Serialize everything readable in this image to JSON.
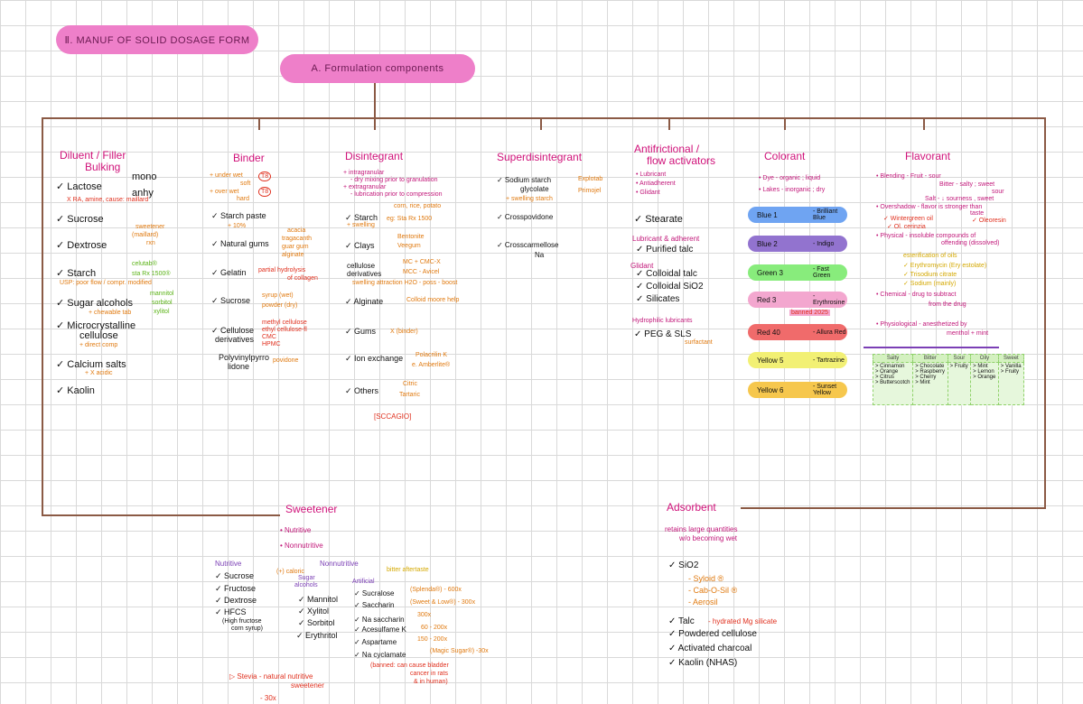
{
  "header": {
    "main_title": "Ⅱ. MANUF OF  SOLID DOSAGE FORM",
    "sub_title": "A. Formulation  components"
  },
  "columns": {
    "diluent": {
      "title": "Diluent / Filler",
      "title2": "Bulking",
      "items": [
        "✓ Lactose",
        "✓ Sucrose",
        "✓ Dextrose",
        "✓ Starch",
        "✓ Sugar alcohols",
        "✓ Microcrystalline",
        "cellulose",
        "✓ Calcium salts",
        "✓ Kaolin"
      ],
      "notes": {
        "lactose_mono": "mono",
        "lactose_anhy": "anhy",
        "lactose_note": "X RA, amine, cause: maillard",
        "sucrose_note1": "sweetener",
        "sucrose_note2": "(maillard)",
        "sucrose_note3": "rxn",
        "starch_g1": "celutab®",
        "starch_g2": "sta Rx 1500®",
        "starch_note": "USP: poor flow / compr.  modified",
        "sa_g1": "mannitol",
        "sa_g2": "sorbitol",
        "sa_g3": "xylitol",
        "sa_note": "+ chewable tab",
        "mcc_note": "+ direct comp",
        "ca_note": "+ X acidic"
      }
    },
    "binder": {
      "title": "Binder",
      "items": [
        "✓ Starch paste",
        "✓ Natural gums",
        "✓ Gelatin",
        "✓ Sucrose",
        "✓ Cellulose",
        "derivatives",
        "Polyvinylpyrro",
        "lidone"
      ],
      "notes": {
        "under": "+ under wet",
        "soft": "soft",
        "circ1": "T8",
        "over": "+ over wet",
        "hard": "hard",
        "circ2": "T8",
        "starch": "+ 10%",
        "gums1": "acacia",
        "gums2": "tragacanth",
        "gums3": "guar gum",
        "gums4": "alginate",
        "gelatin1": "partial hydrolysis",
        "gelatin2": "of collagen",
        "sucrose1": "syrup (wet)",
        "sucrose2": "powder (dry)",
        "cell1": "methyl cellulose",
        "cell2": "ethyl cellulose-fl",
        "cell3": "CMC",
        "cell4": "HPMC",
        "pvp": "povidone"
      }
    },
    "disintegrant": {
      "title": "Disintegrant",
      "items": [
        "✓ Starch",
        "✓ Clays",
        "cellulose",
        "derivatives",
        "✓ Alginate",
        "✓ Gums",
        "✓ Ion exchange",
        "✓ Others"
      ],
      "notes": {
        "intra1": "+ intragranular",
        "intra2": "- dry mixing  prior to granulation",
        "extra1": "+ extragranular",
        "extra2": "- lubrication  prior to compression",
        "starch1": "corn, rice, potato",
        "starch2": "eg: Sta Rx 1500",
        "starch3": "+ swelling",
        "clays1": "Bentonite",
        "clays2": "Veegum",
        "cell1": "MC + CMC-X",
        "cell2": "MCC - Avicel",
        "cell3": "swelling  attraction  H2O  -  poss  -  boost",
        "alg": "Colloid  moore help",
        "gums": "X (binder)",
        "ion1": "Polacrilin K",
        "ion2": "e. Amberlite®",
        "oth1": "Citric",
        "oth2": "Tartaric",
        "code": "[SCCAGIO]"
      }
    },
    "superdis": {
      "title": "Superdisintegrant",
      "items": [
        "✓ Sodium starch",
        "glycolate",
        "✓ Crosspovidone",
        "✓ Crosscarmellose",
        "Na"
      ],
      "notes": {
        "ssg1": "Explotab",
        "ssg2": "Primojel",
        "ssg3": "+ swelling  starch"
      }
    },
    "lubricant": {
      "title": "Antifrictional /",
      "title2": "flow activators",
      "items": [
        "✓ Stearate",
        "✓ Purified talc",
        "✓ Colloidal talc",
        "✓ Colloidal SiO2",
        "✓ Silicates",
        "✓ PEG & SLS"
      ],
      "notes": {
        "l1": "• Lubricant",
        "l2": "• Antiadherent",
        "l3": "• Glidant",
        "lub_adh": "Lubricant & adherent",
        "glidant": "Glidant",
        "hydro": "Hydrophilic lubricants",
        "surf": "surfactant"
      }
    },
    "colorant": {
      "title": "Colorant",
      "notes": {
        "dye": "• Dye - organic ; liquid",
        "lake": "• Lakes - inorganic ; dry",
        "banned": "banned 2025"
      },
      "items": [
        {
          "code": "Blue 1",
          "name": "- Brilliant Blue",
          "color": "#6fa4f2"
        },
        {
          "code": "Blue 2",
          "name": "- Indigo",
          "color": "#9273cf"
        },
        {
          "code": "Green 3",
          "name": "- Fast Green",
          "color": "#88ec7c"
        },
        {
          "code": "Red 3",
          "name": "- Erythrosine",
          "color": "#f3a7cf"
        },
        {
          "code": "Red 40",
          "name": "- Allura Red",
          "color": "#f06b6b"
        },
        {
          "code": "Yellow 5",
          "name": "- Tartrazine",
          "color": "#f2f074"
        },
        {
          "code": "Yellow 6",
          "name": "- Sunset Yellow",
          "color": "#f6c74d"
        }
      ]
    },
    "flavorant": {
      "title": "Flavorant",
      "notes": {
        "b1": "• Blending - Fruit -  sour",
        "b2": "Bitter - salty ; sweet",
        "b3": "sour",
        "b4": "Salt - ↓ sourness , sweet",
        "o1": "• Overshadow - flavor is stronger than",
        "o2": "taste",
        "o3": "✓ Wintergreen oil",
        "o4": "✓ Oleoresin",
        "o5": "✓ Ol. cerinzia",
        "p1": "• Physical - insoluble compounds of",
        "p2": "offending (dissolved)",
        "p3": "esterification of oils",
        "p4": "✓ Erythromycin (Ery estolate)",
        "p5": "✓ Trisodium  citrate",
        "p6": "✓ Sodium  (mainly)",
        "c1": "• Chemical - drug to  subtract",
        "c2": "from the  drug",
        "ph1": "• Physiological - anesthetized by",
        "ph2": "menthol  + mint"
      },
      "table": {
        "headers": [
          "Salty",
          "Bitter",
          "Sour",
          "Oily",
          "Sweet"
        ],
        "cells": [
          "> Cinnamon\n> Orange\n> Citrus\n> Butterscotch",
          "> Chocolate\n> Raspberry\n> Cherry\n> Mint",
          "> Fruity",
          "> Mint\n> Lemon\n> Orange",
          "> Vanilla\n> Fruity"
        ]
      }
    }
  },
  "sweetener": {
    "title": "Sweetener",
    "notes": {
      "n1": "• Nutritive",
      "n2": "• Nonnutritive",
      "nut": "Nutritive",
      "non": "Nonnutritive",
      "xplus": "(+) caloric",
      "sugar": "Sugar",
      "alc": "alcohols",
      "artificial": "Artificial",
      "bitter": "bitter aftertaste",
      "suc_r": "(Splenda®) - 600x",
      "sac_r": "(Sweet & Low®) - 300x",
      "nas_r": "300x",
      "ace_r": "60 - 200x",
      "asp_r": "150 - 200x",
      "cyc_r": "(Magic Sugar®) -30x",
      "banned1": "(banned: can cause bladder",
      "banned2": "cancer in rats",
      "banned3": "& in human)",
      "stevia1": "▷ Stevia - natural nutritive",
      "stevia2": "sweetener",
      "stevia3": "- 30x",
      "hfcs": "(High fructose",
      "hfcs2": "corn syrup)"
    },
    "nutritive": [
      "✓ Sucrose",
      "✓ Fructose",
      "✓ Dextrose",
      "✓ HFCS"
    ],
    "sugar_alcohols": [
      "✓ Mannitol",
      "✓ Xylitol",
      "✓ Sorbitol",
      "✓ Erythritol"
    ],
    "artificial": [
      "✓ Sucralose",
      "✓ Saccharin",
      "✓ Na saccharin",
      "✓ Acesulfame K",
      "✓ Aspartame",
      "✓ Na cyclamate"
    ]
  },
  "adsorbent": {
    "title": "Adsorbent",
    "notes": {
      "desc1": "retains large quantities",
      "desc2": "w/o becoming wet",
      "s1": "- Syloid ®",
      "s2": "- Cab-O-Sil ®",
      "s3": "- Aerosil",
      "talc": "- hydrated Mg silicate"
    },
    "items": [
      "✓ SiO2",
      "✓ Talc",
      "✓ Powdered cellulose",
      "✓ Activated charcoal",
      "✓ Kaolin (NHAS)"
    ]
  }
}
